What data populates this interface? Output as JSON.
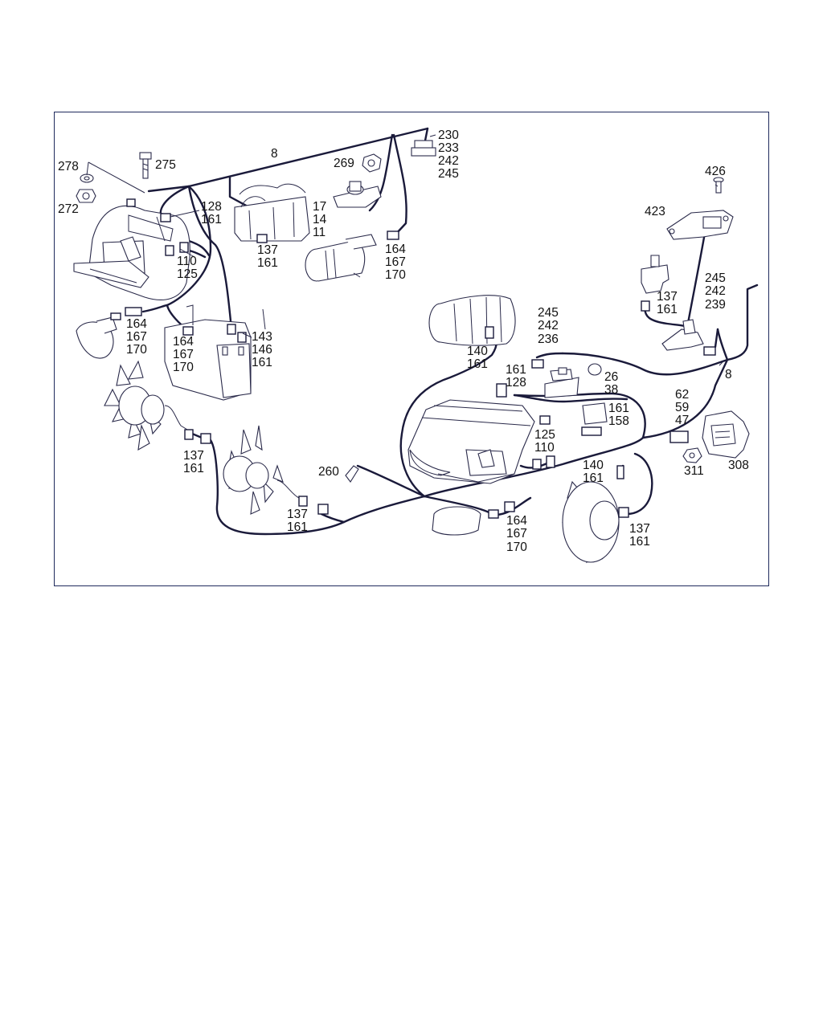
{
  "callouts": {
    "harness_top": "8",
    "harness_right": "8",
    "c230": "230",
    "c233": "233",
    "c242a": "242",
    "c245a": "245",
    "c278": "278",
    "c275": "275",
    "c272": "272",
    "c269": "269",
    "c128a": "128",
    "c161a": "161",
    "c17": "17",
    "c14": "14",
    "c11": "11",
    "c137a": "137",
    "c161b": "161",
    "c164a": "164",
    "c167a": "167",
    "c170a": "170",
    "c110a": "110",
    "c125a": "125",
    "c426": "426",
    "c423": "423",
    "c245b": "245",
    "c242b": "242",
    "c239": "239",
    "c137b": "137",
    "c161c": "161",
    "c164b": "164",
    "c167b": "167",
    "c170b": "170",
    "c164c": "164",
    "c167c": "167",
    "c170c": "170",
    "c143": "143",
    "c146": "146",
    "c161d": "161",
    "c245c": "245",
    "c242c": "242",
    "c236": "236",
    "c140a": "140",
    "c161e": "161",
    "c161f": "161",
    "c128b": "128",
    "c26": "26",
    "c38": "38",
    "c62": "62",
    "c59": "59",
    "c47": "47",
    "c161g": "161",
    "c158": "158",
    "c125b": "125",
    "c110b": "110",
    "c137c": "137",
    "c161h": "161",
    "c260": "260",
    "c140b": "140",
    "c161i": "161",
    "c311": "311",
    "c308": "308",
    "c137d": "137",
    "c161j": "161",
    "c164d": "164",
    "c167d": "167",
    "c170d": "170",
    "c137e": "137",
    "c161k": "161"
  }
}
